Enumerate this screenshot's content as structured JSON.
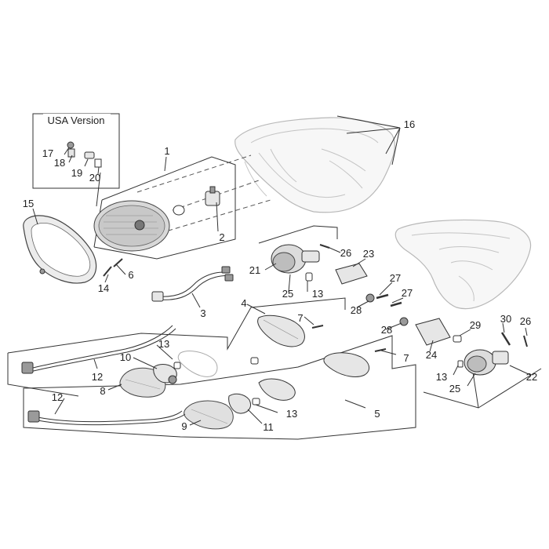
{
  "inset_title": "USA Version",
  "callouts": {
    "c1": "1",
    "c2": "2",
    "c3": "3",
    "c4": "4",
    "c5": "5",
    "c6": "6",
    "c7a": "7",
    "c7b": "7",
    "c8": "8",
    "c9": "9",
    "c10": "10",
    "c11": "11",
    "c12a": "12",
    "c12b": "12",
    "c13a": "13",
    "c13b": "13",
    "c13c": "13",
    "c13d": "13",
    "c14": "14",
    "c15": "15",
    "c16": "16",
    "c17": "17",
    "c18": "18",
    "c19": "19",
    "c20": "20",
    "c21": "21",
    "c22": "22",
    "c23": "23",
    "c24": "24",
    "c25a": "25",
    "c25b": "25",
    "c26a": "26",
    "c26b": "26",
    "c27a": "27",
    "c27b": "27",
    "c28a": "28",
    "c28b": "28",
    "c29": "29",
    "c30": "30"
  }
}
